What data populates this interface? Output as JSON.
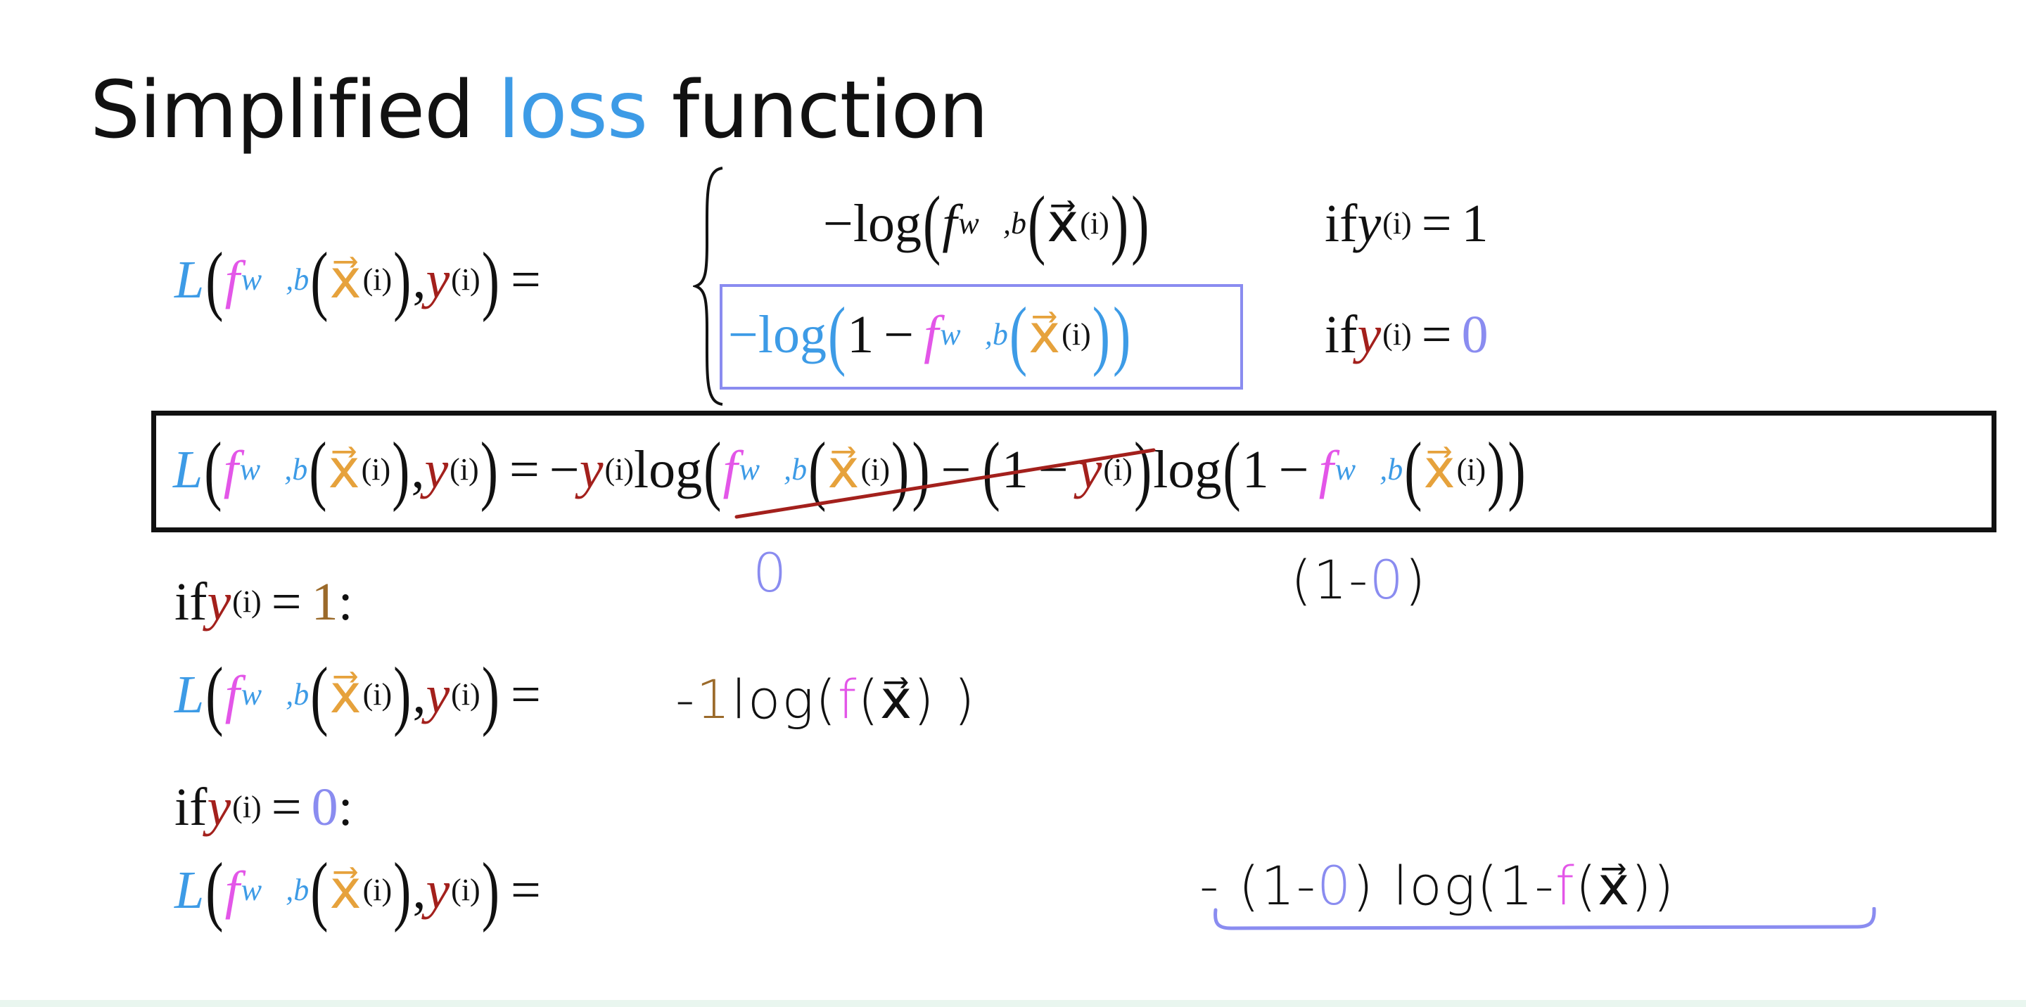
{
  "title": {
    "before": "Simplified ",
    "highlight": "loss",
    "after": " function"
  },
  "colors": {
    "black": "#111111",
    "blue": "#3d9be6",
    "magenta": "#e356e8",
    "orange": "#e6a23c",
    "red": "#a3201c",
    "lavender": "#8a8cf0",
    "brown": "#9b6a2a"
  },
  "lhs": [
    {
      "t": "L",
      "c": "blue",
      "i": true
    },
    {
      "t": "(",
      "p": true
    },
    {
      "t": "f",
      "c": "magenta",
      "i": true,
      "sub": "w⃗,b",
      "subc": "blue"
    },
    {
      "t": "(",
      "p": true
    },
    {
      "t": "x⃗",
      "c": "orange",
      "sup": "(i)"
    },
    {
      "t": ")",
      "p": true
    },
    {
      "t": ","
    },
    {
      "t": "y",
      "c": "red",
      "i": true,
      "sup": "(i)"
    },
    {
      "t": ")",
      "p": true
    },
    {
      "t": "=",
      "g": true
    }
  ],
  "case1": [
    {
      "t": "−log"
    },
    {
      "t": "(",
      "p": true
    },
    {
      "t": "f",
      "i": true,
      "sub": "w⃗,b"
    },
    {
      "t": "(",
      "p": true
    },
    {
      "t": "x⃗",
      "sup": "(i)"
    },
    {
      "t": ")",
      "p": true
    },
    {
      "t": ")",
      "p": true
    }
  ],
  "case1_cond": [
    {
      "t": "if "
    },
    {
      "t": "y",
      "i": true,
      "sup": "(i)"
    },
    {
      "t": "=",
      "g": true
    },
    {
      "t": "1"
    }
  ],
  "case2": [
    {
      "t": "−log",
      "c": "blue"
    },
    {
      "t": "(",
      "p": true,
      "c": "blue"
    },
    {
      "t": "1"
    },
    {
      "t": "−",
      "g": true
    },
    {
      "t": "f",
      "c": "magenta",
      "i": true,
      "sub": "w⃗,b",
      "subc": "blue"
    },
    {
      "t": "(",
      "p": true,
      "c": "blue"
    },
    {
      "t": "x⃗",
      "c": "orange",
      "sup": "(i)"
    },
    {
      "t": ")",
      "p": true,
      "c": "blue"
    },
    {
      "t": ")",
      "p": true,
      "c": "blue"
    }
  ],
  "case2_cond": [
    {
      "t": "if "
    },
    {
      "t": "y",
      "c": "red",
      "i": true,
      "sup": "(i)"
    },
    {
      "t": "=",
      "g": true
    },
    {
      "t": "0",
      "c": "lavender"
    }
  ],
  "boxed_rhs": [
    {
      "t": "−"
    },
    {
      "t": "y",
      "c": "red",
      "i": true,
      "sup": "(i)"
    },
    {
      "t": "log"
    },
    {
      "t": "(",
      "p": true
    },
    {
      "t": "f",
      "c": "magenta",
      "i": true,
      "sub": "w⃗,b",
      "subc": "blue"
    },
    {
      "t": "(",
      "p": true
    },
    {
      "t": "x⃗",
      "c": "orange",
      "sup": "(i)"
    },
    {
      "t": ")",
      "p": true
    },
    {
      "t": ")",
      "p": true
    },
    {
      "t": "−",
      "g": true
    },
    {
      "t": "(",
      "p": true
    },
    {
      "t": "1"
    },
    {
      "t": "−",
      "g": true
    },
    {
      "t": "y",
      "c": "red",
      "i": true,
      "sup": "(i)"
    },
    {
      "t": ")",
      "p": true
    },
    {
      "t": "log"
    },
    {
      "t": "(",
      "p": true
    },
    {
      "t": "1"
    },
    {
      "t": "−",
      "g": true
    },
    {
      "t": "f",
      "c": "magenta",
      "i": true,
      "sub": "w⃗,b",
      "subc": "blue"
    },
    {
      "t": "(",
      "p": true
    },
    {
      "t": "x⃗",
      "c": "orange",
      "sup": "(i)"
    },
    {
      "t": ")",
      "p": true
    },
    {
      "t": ")",
      "p": true
    }
  ],
  "cond_y1": [
    {
      "t": "if "
    },
    {
      "t": "y",
      "c": "red",
      "i": true,
      "sup": "(i)"
    },
    {
      "t": "=",
      "g": true
    },
    {
      "t": "1",
      "c": "brown"
    },
    {
      "t": ":"
    }
  ],
  "cond_y0": [
    {
      "t": "if "
    },
    {
      "t": "y",
      "c": "red",
      "i": true,
      "sup": "(i)"
    },
    {
      "t": "=",
      "g": true
    },
    {
      "t": "0",
      "c": "lavender"
    },
    {
      "t": ":"
    }
  ],
  "handwritten": {
    "zero_under_y": [
      {
        "t": "0",
        "c": "lavender"
      }
    ],
    "one_minus_zero": [
      {
        "t": "(1-"
      },
      {
        "t": "0",
        "c": "lavender"
      },
      {
        "t": ")"
      }
    ],
    "y1_result": [
      {
        "t": "-"
      },
      {
        "t": "1",
        "c": "brown"
      },
      {
        "t": " log("
      },
      {
        "t": "f",
        "c": "magenta"
      },
      {
        "t": "(x⃗) )"
      }
    ],
    "y0_result": [
      {
        "t": "-  (1-"
      },
      {
        "t": "0",
        "c": "lavender"
      },
      {
        "t": ") log(1-"
      },
      {
        "t": "f",
        "c": "magenta"
      },
      {
        "t": "(x⃗))"
      }
    ]
  }
}
